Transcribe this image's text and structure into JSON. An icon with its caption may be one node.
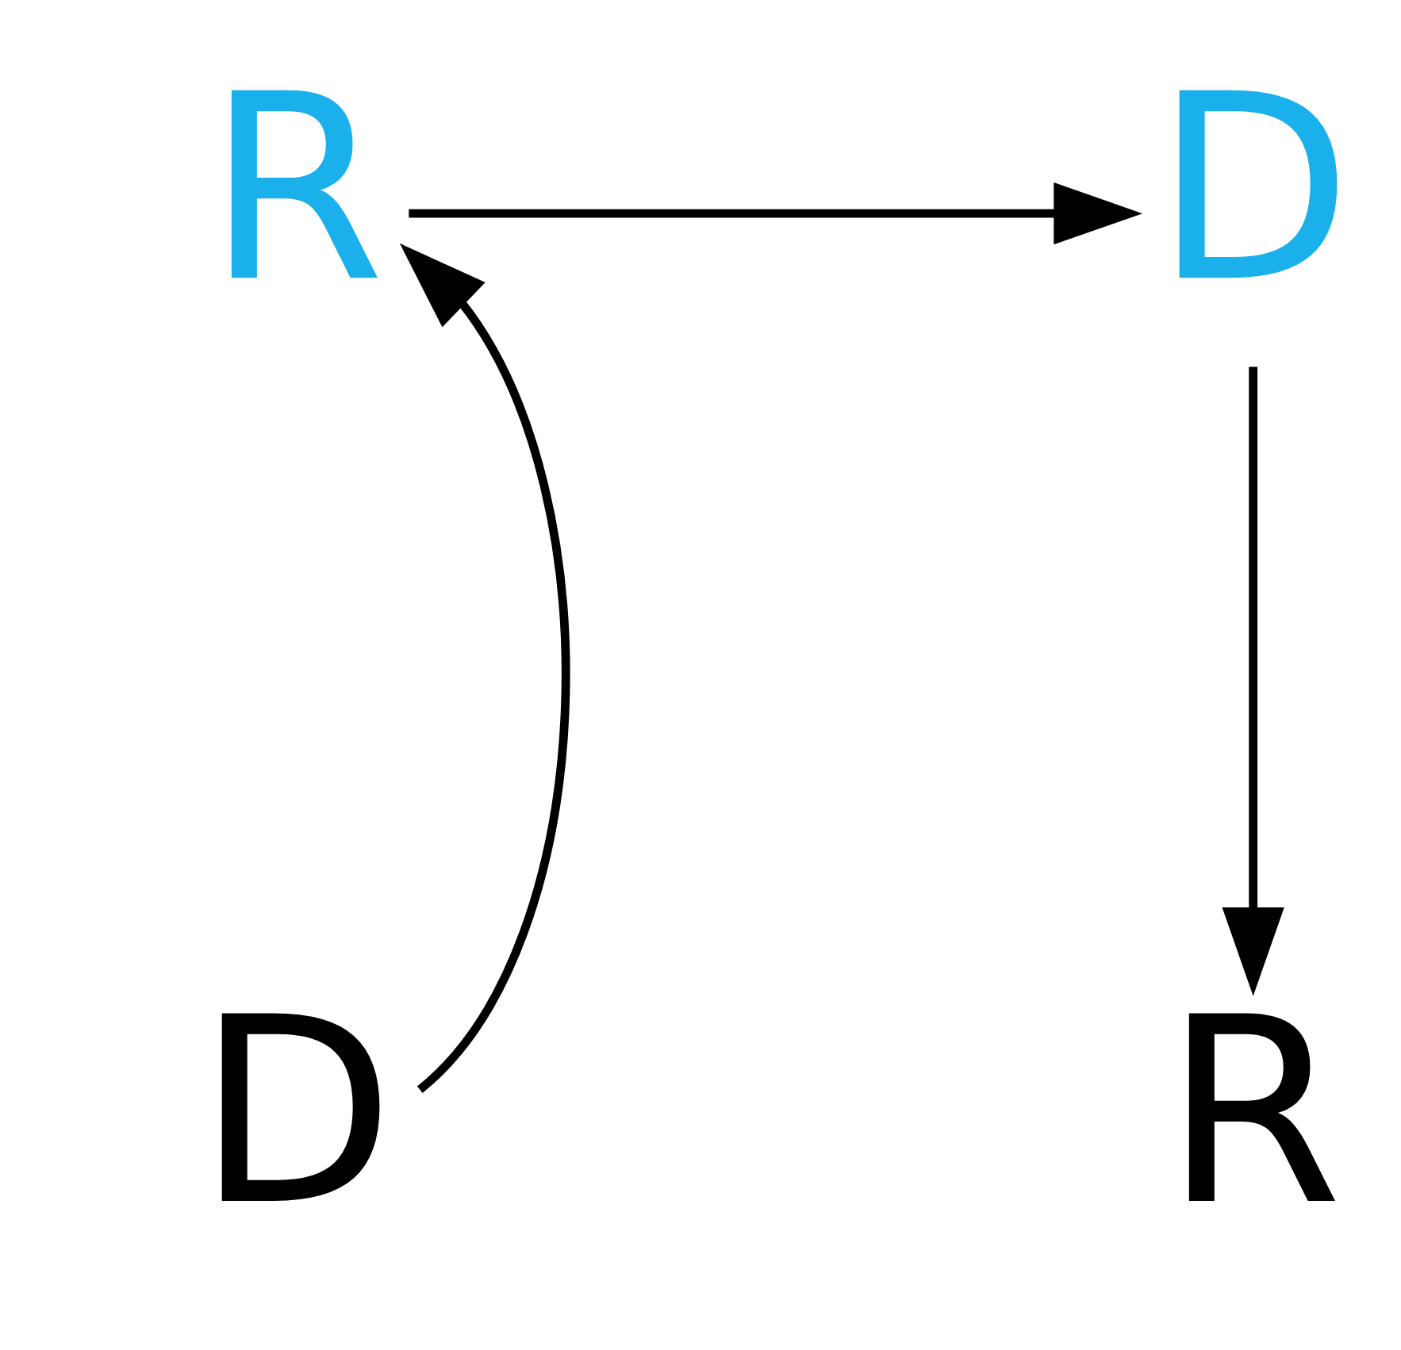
{
  "diagram": {
    "nodes": [
      {
        "text": [
          "R"
        ]
      },
      {
        "text": [
          "D"
        ]
      },
      {
        "text": [
          "D"
        ]
      },
      {
        "text": [
          "R"
        ]
      }
    ],
    "edges": [
      {
        "from": 2,
        "to": 0,
        "arrow": "to"
      },
      {
        "from": 0,
        "to": 1,
        "arrow": "to"
      },
      {
        "from": 1,
        "to": 3,
        "arrow": "to"
      }
    ]
  }
}
